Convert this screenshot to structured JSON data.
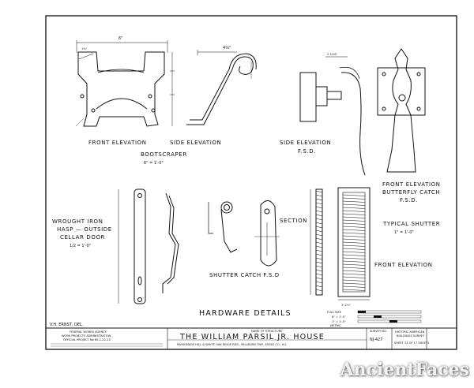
{
  "sheet": {
    "bootscraper": {
      "front_elevation": "FRONT ELEVATION",
      "side_elevation": "SIDE ELEVATION",
      "title": "BOOTSCRAPER",
      "scale": "6\" = 1'-0\"",
      "dims": {
        "width": "6\"",
        "left": "1⅜\"",
        "side": "4⅝\""
      }
    },
    "side_fsd": {
      "label": "SIDE ELEVATION",
      "sub": "F.S.D.",
      "dim": "2 3/16\""
    },
    "butterfly": {
      "line1": "FRONT ELEVATION",
      "line2": "BUTTERFLY CATCH",
      "line3": "F.S.D."
    },
    "hasp": {
      "line1": "WROUGHT IRON",
      "line2": "HASP — OUTSIDE",
      "line3": "CELLAR DOOR",
      "line4": "1/2 = 1'-0\""
    },
    "shutter_catch": {
      "label": "SHUTTER CATCH  F.S.D",
      "section": "SECTION"
    },
    "typical_shutter": {
      "title": "TYPICAL SHUTTER",
      "scale": "1\" = 1'-0\"",
      "front": "FRONT ELEVATION",
      "dim": "1'-2⅞\""
    },
    "hardware_details": "HARDWARE DETAILS",
    "title_block": {
      "delineator": "V.H. ERNST, DEL.",
      "agency_1": "FEDERAL WORKS AGENCY",
      "agency_2": "WORK PROJECTS ADMINISTRATION",
      "agency_3": "OFFICIAL PROJECT No 65-1-22-23",
      "name_of_structure": "NAME OF STRUCTURE",
      "house_title": "THE WILLIAM PARSIL JR. HOUSE",
      "location": "PARSONAGE HILL & WHITE OAK RIDGE RDS., MILLBURN TWP., ESSEX CO., N.J.",
      "survey_no_label": "SURVEY NO.",
      "survey_no": "NJ-427",
      "habs_1": "HISTORIC AMERICAN",
      "habs_2": "BUILDINGS SURVEY",
      "sheet_no": "SHEET 13 OF 17 SHEETS",
      "scale_full": "FULL SIZE",
      "scale_6": "6\" = 1'-0\"",
      "scale_1": "1\" = 1'-0\"",
      "scale_metric": "METRIC"
    }
  },
  "watermark": "AncientFaces"
}
